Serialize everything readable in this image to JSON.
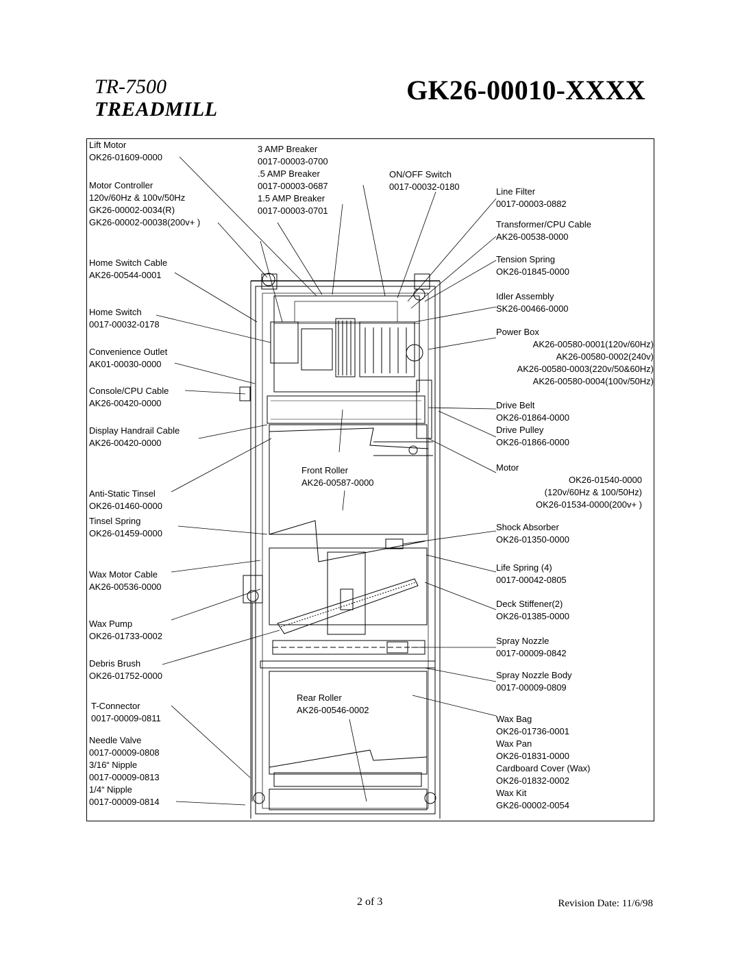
{
  "header": {
    "model": "TR-7500",
    "product": "TREADMILL",
    "code": "GK26-00010-XXXX"
  },
  "labels_left": [
    {
      "id": "lift-motor",
      "lines": [
        "Lift Motor",
        "OK26-01609-0000"
      ]
    },
    {
      "id": "motor-controller",
      "lines": [
        "Motor Controller",
        "120v/60Hz & 100v/50Hz",
        "GK26-00002-0034(R)",
        "GK26-00002-00038(200v+ )"
      ]
    },
    {
      "id": "home-switch-cable",
      "lines": [
        "Home Switch Cable",
        "AK26-00544-0001"
      ]
    },
    {
      "id": "home-switch",
      "lines": [
        "Home Switch",
        "0017-00032-0178"
      ]
    },
    {
      "id": "convenience-outlet",
      "lines": [
        "Convenience Outlet",
        "AK01-00030-0000"
      ]
    },
    {
      "id": "console-cpu-cable",
      "lines": [
        "Console/CPU Cable",
        "AK26-00420-0000"
      ]
    },
    {
      "id": "display-handrail-cable",
      "lines": [
        "Display Handrail Cable",
        "AK26-00420-0000"
      ]
    },
    {
      "id": "anti-static-tinsel",
      "lines": [
        "Anti-Static Tinsel",
        "OK26-01460-0000"
      ]
    },
    {
      "id": "tinsel-spring",
      "lines": [
        "Tinsel Spring",
        "OK26-01459-0000"
      ]
    },
    {
      "id": "wax-motor-cable",
      "lines": [
        "Wax Motor Cable",
        "AK26-00536-0000"
      ]
    },
    {
      "id": "wax-pump",
      "lines": [
        "Wax Pump",
        "OK26-01733-0002"
      ]
    },
    {
      "id": "debris-brush",
      "lines": [
        "Debris Brush",
        "OK26-01752-0000"
      ]
    },
    {
      "id": "t-connector",
      "lines": [
        "T-Connector",
        "0017-00009-0811"
      ]
    },
    {
      "id": "needle-valve",
      "lines": [
        "Needle Valve",
        "0017-00009-0808",
        "3/16“ Nipple",
        "0017-00009-0813",
        "1/4“ Nipple",
        "0017-00009-0814"
      ]
    }
  ],
  "labels_top": [
    {
      "id": "breakers",
      "lines": [
        "3 AMP Breaker",
        "0017-00003-0700",
        ".5 AMP Breaker",
        "0017-00003-0687",
        "1.5 AMP Breaker",
        "0017-00003-0701"
      ]
    },
    {
      "id": "on-off-switch",
      "lines": [
        "ON/OFF Switch",
        "0017-00032-0180"
      ]
    }
  ],
  "labels_center": [
    {
      "id": "front-roller",
      "lines": [
        "Front Roller",
        "AK26-00587-0000"
      ]
    },
    {
      "id": "rear-roller",
      "lines": [
        "Rear Roller",
        "AK26-00546-0002"
      ]
    }
  ],
  "labels_right": [
    {
      "id": "line-filter",
      "lines": [
        "Line Filter",
        "0017-00003-0882"
      ]
    },
    {
      "id": "transformer-cpu-cable",
      "lines": [
        "Transformer/CPU Cable",
        "AK26-00538-0000"
      ]
    },
    {
      "id": "tension-spring",
      "lines": [
        "Tension Spring",
        "OK26-01845-0000"
      ]
    },
    {
      "id": "idler-assembly",
      "lines": [
        "Idler Assembly",
        "SK26-00466-0000"
      ]
    },
    {
      "id": "power-box",
      "lines": [
        "Power Box",
        "AK26-00580-0001(120v/60Hz)",
        "AK26-00580-0002(240v)",
        "AK26-00580-0003(220v/50&60Hz)",
        "AK26-00580-0004(100v/50Hz)"
      ]
    },
    {
      "id": "drive-belt",
      "lines": [
        "Drive Belt",
        "OK26-01864-0000",
        "Drive Pulley",
        "OK26-01866-0000"
      ]
    },
    {
      "id": "motor",
      "lines": [
        "Motor",
        "OK26-01540-0000",
        "(120v/60Hz & 100/50Hz)",
        "OK26-01534-0000(200v+ )"
      ]
    },
    {
      "id": "shock-absorber",
      "lines": [
        "Shock Absorber",
        "OK26-01350-0000"
      ]
    },
    {
      "id": "life-spring",
      "lines": [
        "Life Spring (4)",
        "0017-00042-0805"
      ]
    },
    {
      "id": "deck-stiffener",
      "lines": [
        "Deck Stiffener(2)",
        "OK26-01385-0000"
      ]
    },
    {
      "id": "spray-nozzle",
      "lines": [
        "Spray Nozzle",
        "0017-00009-0842"
      ]
    },
    {
      "id": "spray-nozzle-body",
      "lines": [
        "Spray Nozzle Body",
        "0017-00009-0809"
      ]
    },
    {
      "id": "wax-bag",
      "lines": [
        "Wax Bag",
        "OK26-01736-0001",
        "Wax Pan",
        "OK26-01831-0000",
        "Cardboard Cover (Wax)",
        "OK26-01832-0002",
        "Wax Kit",
        "GK26-00002-0054"
      ]
    }
  ],
  "footer": {
    "page": "2 of 3",
    "revision": "Revision Date: 11/6/98"
  }
}
